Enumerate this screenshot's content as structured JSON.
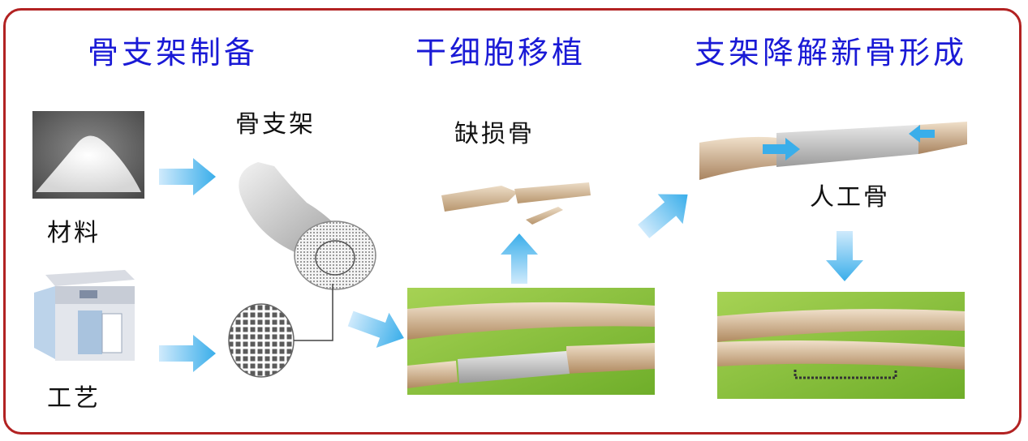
{
  "headers": {
    "stage1": "骨支架制备",
    "stage2": "干细胞移植",
    "stage3": "支架降解新骨形成"
  },
  "labels": {
    "material": "材料",
    "process": "工艺",
    "scaffold": "骨支架",
    "defect_bone": "缺损骨",
    "artificial_bone": "人工骨"
  },
  "colors": {
    "frame": "#b22222",
    "header_text": "#1a1ad6",
    "arrow": "#4fb7f0",
    "bone": "#d8c0a0",
    "grass": "#8cc63f"
  },
  "icons": {
    "arrows": "flow-arrow-icon"
  }
}
